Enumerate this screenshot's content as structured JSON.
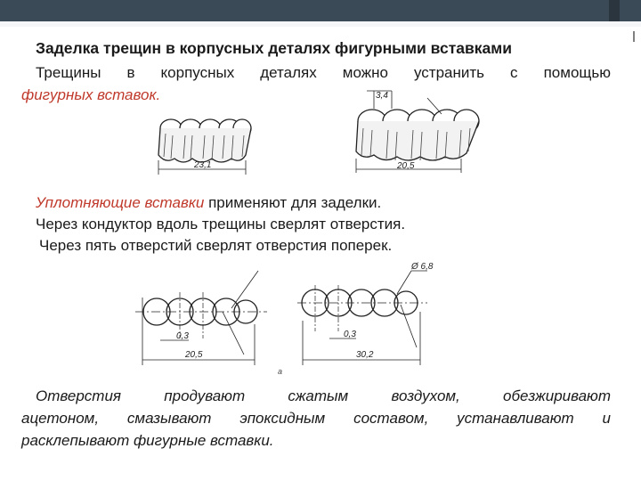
{
  "slide": {
    "title": "Заделка трещин в корпусных деталях фигурными вставками",
    "intro_line1": "Трещины в корпусных деталях можно устранить с помощью",
    "intro_line2": "фигурных вставок.",
    "sealing_red": "Уплотняющие вставки",
    "sealing_rest": " применяют для заделки.",
    "step_drill_along": "Через кондуктор вдоль трещины сверлят отверстия.",
    "step_drill_across": "Через пять отверстий сверлят отверстия поперек.",
    "final_line1": "Отверстия продувают сжатым воздухом, обезжиривают",
    "final_line2": "ацетоном, смазывают эпоксидным составом, устанавливают и",
    "final_line3": "расклепывают фигурные вставки."
  },
  "figures": {
    "insert_small_dim": "23,1",
    "insert_large_top_dim": "3,4",
    "insert_large_dim": "20,5",
    "holes_left_gap": "0,3",
    "holes_left_len": "20,5",
    "holes_right_dia": "Ø 6,8",
    "holes_right_gap": "0,3",
    "holes_right_len": "30,2",
    "fig_label": "a"
  },
  "colors": {
    "accent_red": "#c0392b",
    "header_bar": "#3a4a56"
  }
}
